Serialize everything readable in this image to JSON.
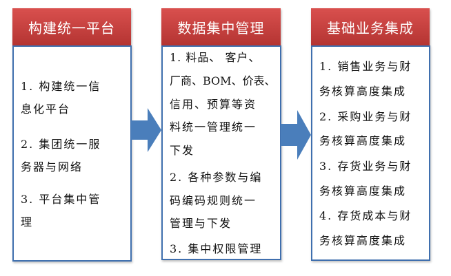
{
  "columns": [
    {
      "title": "构建统一平台",
      "lines": [
        "1. 构建统一信",
        "息化平台",
        "2. 集团统一服",
        "务器与网络",
        "3. 平台集中管",
        "理"
      ]
    },
    {
      "title": "数据集中管理",
      "lines": [
        "1. 料品、 客户、",
        "厂商、BOM、价表、",
        "信用、预算等资",
        "料统一管理统一",
        "下发",
        "2. 各种参数与编",
        "码编码规则统一",
        "管理与下发",
        "3. 集中权限管理"
      ]
    },
    {
      "title": "基础业务集成",
      "lines": [
        "1. 销售业务与财",
        "务核算高度集成",
        "2. 采购业务与财",
        "务核算高度集成",
        "3. 存货业务与财",
        "务核算高度集成",
        "4. 存货成本与财",
        "务核算高度集成"
      ]
    }
  ],
  "colors": {
    "header": "#c0403e",
    "border": "#3f6fae",
    "arrow": "#4a7ebb"
  }
}
